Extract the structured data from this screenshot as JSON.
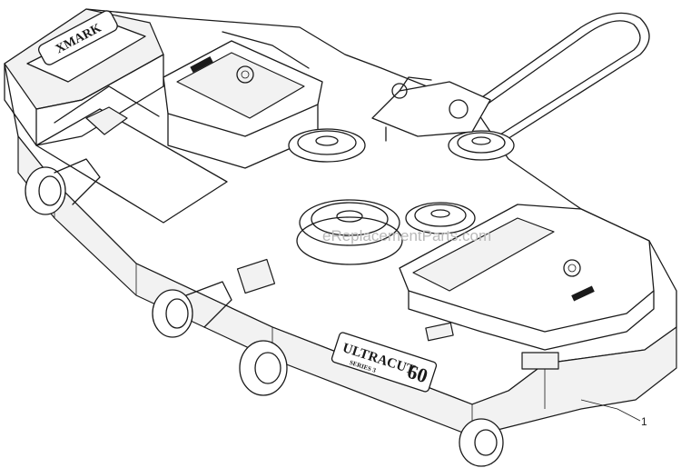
{
  "watermark": "eReplacementParts.com",
  "callouts": [
    {
      "label": "1"
    }
  ],
  "decals": {
    "brand_logo": "XMARK",
    "deck_model_left": "ULTRACUT",
    "deck_model_right": "60",
    "deck_series": "SERIES 3"
  },
  "colors": {
    "line": "#1a1a1a",
    "background": "#ffffff",
    "watermark": "#b9b9b9"
  }
}
